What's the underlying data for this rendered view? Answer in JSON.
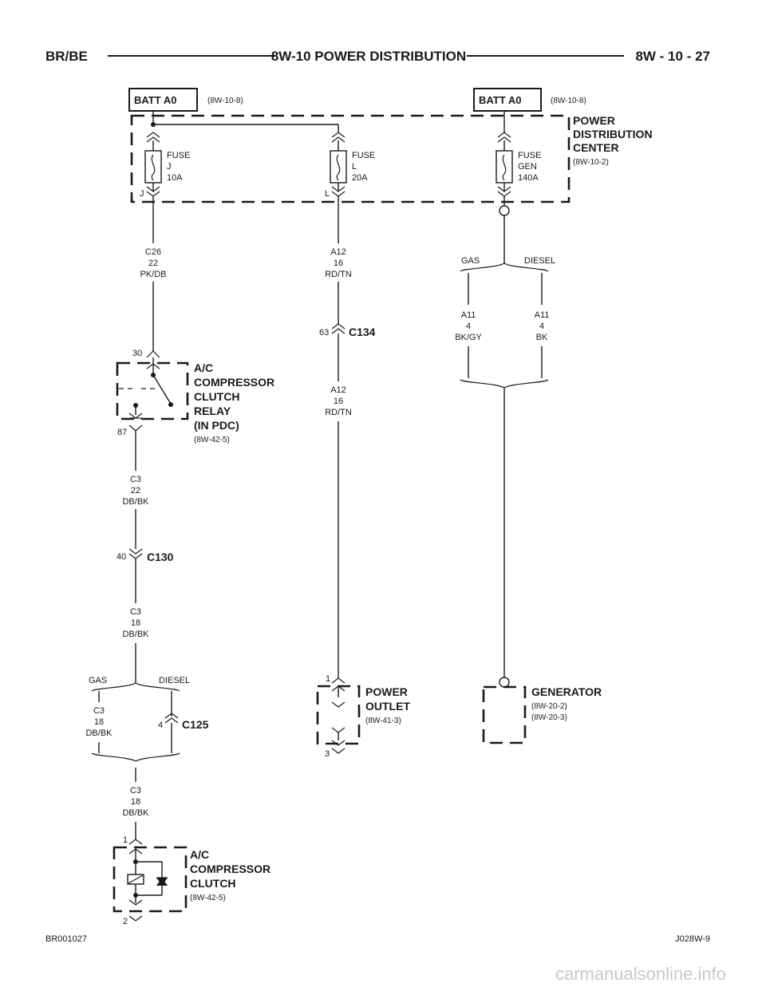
{
  "header": {
    "left": "BR/BE",
    "center": "8W-10 POWER DISTRIBUTION",
    "right": "8W - 10 - 27"
  },
  "sources": [
    {
      "label": "BATT A0",
      "ref": "(8W-10-8)"
    },
    {
      "label": "BATT A0",
      "ref": "(8W-10-8)"
    }
  ],
  "pdc": {
    "name_lines": [
      "POWER",
      "DISTRIBUTION",
      "CENTER"
    ],
    "ref": "(8W-10-2)",
    "fuses": [
      {
        "lines": [
          "FUSE",
          "J",
          "10A"
        ],
        "cavity": "J"
      },
      {
        "lines": [
          "FUSE",
          "L",
          "20A"
        ],
        "cavity": "L"
      },
      {
        "lines": [
          "FUSE",
          "GEN",
          "140A"
        ],
        "cavity": ""
      }
    ]
  },
  "wires": {
    "c26": [
      "C26",
      "22",
      "PK/DB"
    ],
    "a12_top": [
      "A12",
      "16",
      "RD/TN"
    ],
    "a12_bottom": [
      "A12",
      "16",
      "RD/TN"
    ],
    "a11_gas": [
      "A11",
      "4",
      "BK/GY"
    ],
    "a11_diesel": [
      "A11",
      "4",
      "BK"
    ],
    "c3_22": [
      "C3",
      "22",
      "DB/BK"
    ],
    "c3_18a": [
      "C3",
      "18",
      "DB/BK"
    ],
    "c3_18b": [
      "C3",
      "18",
      "DB/BK"
    ],
    "c3_18c": [
      "C3",
      "18",
      "DB/BK"
    ]
  },
  "splits": {
    "right_gas": "GAS",
    "right_diesel": "DIESEL",
    "left_gas": "GAS",
    "left_diesel": "DIESEL"
  },
  "connectors": {
    "c134": {
      "name": "C134",
      "pin": "63"
    },
    "c130": {
      "name": "C130",
      "pin": "40"
    },
    "c125": {
      "name": "C125",
      "pin": "4"
    }
  },
  "relay": {
    "name_lines": [
      "A/C",
      "COMPRESSOR",
      "CLUTCH",
      "RELAY",
      "(IN PDC)"
    ],
    "ref": "(8W-42-5)",
    "pin_top": "30",
    "pin_bottom": "87"
  },
  "power_outlet": {
    "name_lines": [
      "POWER",
      "OUTLET"
    ],
    "ref": "(8W-41-3)",
    "pin_top": "1",
    "pin_bottom": "3"
  },
  "generator": {
    "name": "GENERATOR",
    "refs": [
      "(8W-20-2)",
      "(8W-20-3)"
    ]
  },
  "clutch": {
    "name_lines": [
      "A/C",
      "COMPRESSOR",
      "CLUTCH"
    ],
    "ref": "(8W-42-5)",
    "pin_top": "1",
    "pin_bottom": "2"
  },
  "footer": {
    "left": "BR001027",
    "right": "J028W-9"
  },
  "watermark": "carmanualsonline.info"
}
